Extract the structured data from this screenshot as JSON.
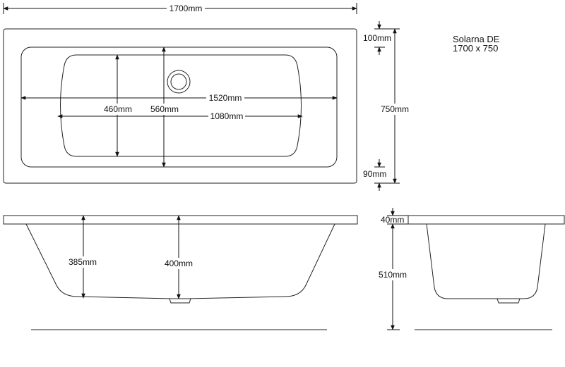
{
  "title": {
    "model": "Solarna DE",
    "size": "1700 x 750"
  },
  "plan": {
    "overall_length": "1700mm",
    "inner_length": "1520mm",
    "base_length": "1080mm",
    "base_width": "460mm",
    "inner_width": "560mm",
    "overall_width": "750mm",
    "rim_top": "100mm",
    "rim_bottom": "90mm"
  },
  "side": {
    "depth_end": "385mm",
    "depth_centre": "400mm"
  },
  "end": {
    "rim_thickness": "40mm",
    "total_height": "510mm"
  }
}
